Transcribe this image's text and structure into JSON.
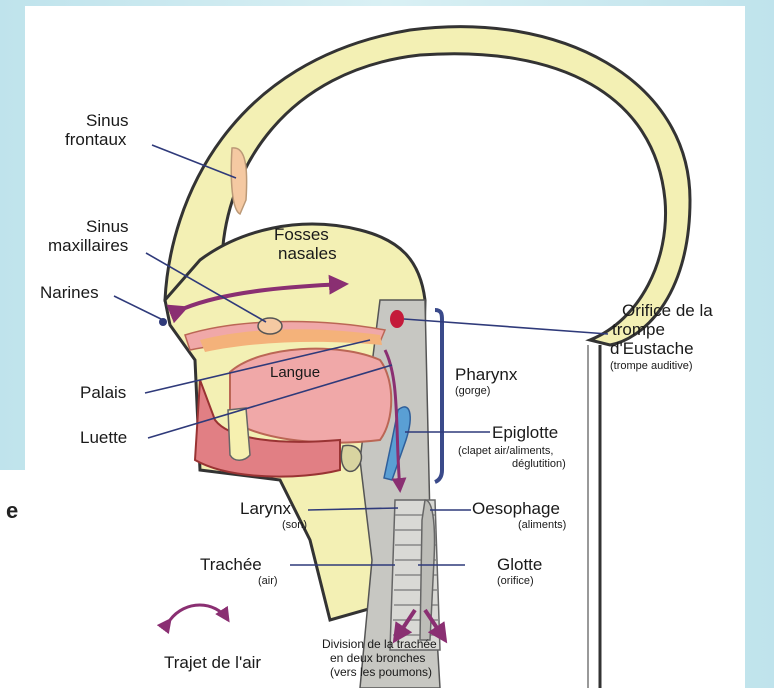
{
  "labels": {
    "sinus_frontaux_1": "Sinus",
    "sinus_frontaux_2": "frontaux",
    "sinus_maxillaires_1": "Sinus",
    "sinus_maxillaires_2": "maxillaires",
    "narines": "Narines",
    "palais": "Palais",
    "luette": "Luette",
    "fosses_1": "Fosses",
    "fosses_2": "nasales",
    "langue": "Langue",
    "orifice_1": "Orifice de la",
    "orifice_2": "trompe",
    "orifice_3": "d'Eustache",
    "orifice_sub": "(trompe auditive)",
    "pharynx": "Pharynx",
    "pharynx_sub": "(gorge)",
    "epiglotte": "Epiglotte",
    "epiglotte_sub1": "(clapet air/aliments,",
    "epiglotte_sub2": "déglutition)",
    "larynx": "Larynx",
    "larynx_sub": "(son)",
    "oesophage": "Oesophage",
    "oesophage_sub": "(aliments)",
    "trachee": "Trachée",
    "trachee_sub": "(air)",
    "glotte": "Glotte",
    "glotte_sub": "(orifice)",
    "division_1": "Division de la trachée",
    "division_2": "en deux bronches",
    "division_3": "(vers les poumons)",
    "trajet": "Trajet de l'air",
    "scrap_letter": "e"
  },
  "colors": {
    "bone": "#f3f0b4",
    "tissue": "#f0a8a8",
    "tissue_dark": "#e17f84",
    "airway": "#c7c7c2",
    "arrow": "#8a2f72",
    "bracket": "#3a4a8a",
    "tongue": "#f4b27a"
  }
}
